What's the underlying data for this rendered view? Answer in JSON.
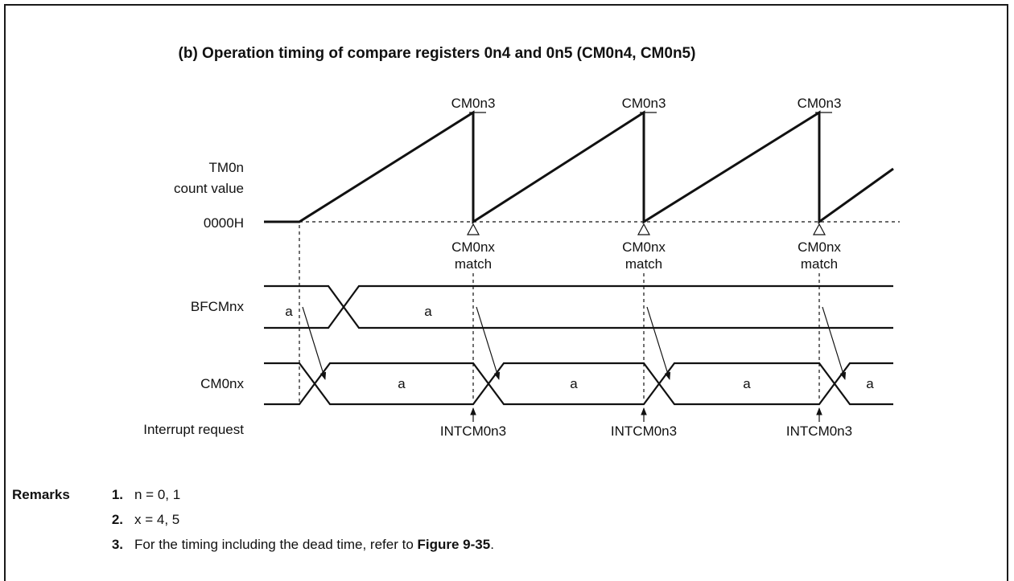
{
  "title": "(b)  Operation timing of compare registers 0n4 and 0n5 (CM0n4, CM0n5)",
  "signals": {
    "counter_label_line1": "TM0n",
    "counter_label_line2": "count value",
    "zero_label": "0000H",
    "bfcm_label": "BFCMnx",
    "cm_label": "CM0nx",
    "irq_label": "Interrupt request"
  },
  "cycles": [
    {
      "top_label": "CM0n3",
      "match_line1": "CM0nx",
      "match_line2": "match",
      "interrupt": "INTCM0n3"
    },
    {
      "top_label": "CM0n3",
      "match_line1": "CM0nx",
      "match_line2": "match",
      "interrupt": "INTCM0n3"
    },
    {
      "top_label": "CM0n3",
      "match_line1": "CM0nx",
      "match_line2": "match",
      "interrupt": "INTCM0n3"
    }
  ],
  "bfcm_values": [
    "a",
    "a"
  ],
  "cm_values": [
    "a",
    "a",
    "a",
    "a"
  ],
  "remarks": {
    "heading": "Remarks",
    "items": [
      {
        "num": "1.",
        "text": "n = 0, 1"
      },
      {
        "num": "2.",
        "text": "x = 4, 5"
      },
      {
        "num": "3.",
        "text_before": "For the timing including the dead time, refer to ",
        "ref": "Figure 9-35",
        "text_after": "."
      }
    ]
  }
}
